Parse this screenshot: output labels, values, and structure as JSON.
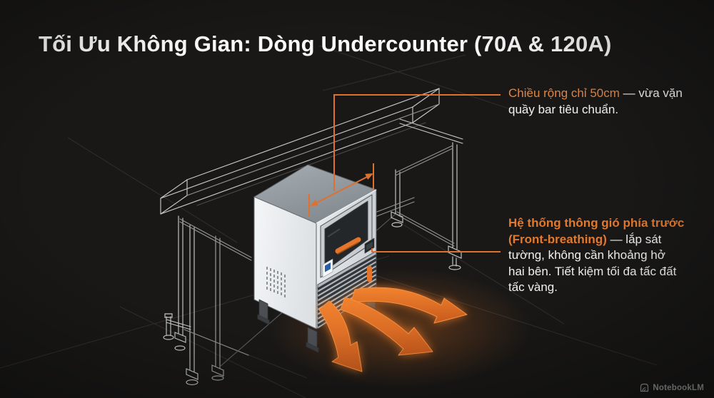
{
  "title": {
    "text": "Tối Ưu Không Gian: Dòng Undercounter (70A & 120A)"
  },
  "annotations": {
    "width": {
      "line1_highlight": "Chiều rộng chỉ 50cm",
      "line1_rest": " — vừa vặn",
      "line2": "quầy bar tiêu chuẩn."
    },
    "vent": {
      "line1": "Hệ thống thông gió phía trước",
      "line2_highlight": "(Front-breathing)",
      "line2_rest": " — lắp sát",
      "line3": "tường, không cần khoảng hở",
      "line4": "hai bên. Tiết kiệm tối đa tấc đất",
      "line5": "tấc vàng."
    }
  },
  "watermark": {
    "text": "NotebookLM"
  },
  "illustration": {
    "subject": "undercounter-ice-machine-beneath-wireframe-bar-counter",
    "airflow_arrow_count": 3
  },
  "colors": {
    "background": "#191817",
    "accent_orange": "#E4752B",
    "accent_text_orange": "#E08443",
    "wireframe_gray": "#C6C8C9",
    "title_white": "#FAFAFA",
    "watermark_gray": "#969899"
  }
}
